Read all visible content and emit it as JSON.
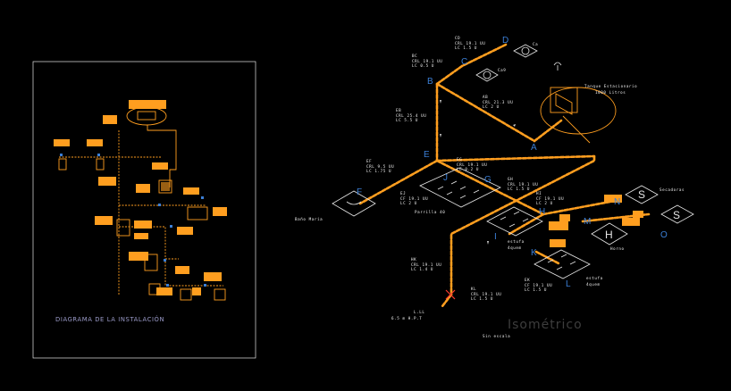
{
  "left_panel": {
    "title": "DIAGRAMA DE LA INSTALACIÓN"
  },
  "isometric": {
    "title": "Isométrico",
    "subtitle": "Sin escala",
    "nodes": [
      "A",
      "B",
      "C",
      "D",
      "E",
      "F",
      "G",
      "H",
      "I",
      "J",
      "K",
      "L",
      "M",
      "N",
      "O"
    ],
    "tank_label_line1": "Tanque Estacionario",
    "tank_label_line2": "1000 Litros",
    "equipment": {
      "bano_maria": "Baño María",
      "parrilla": "Parrilla 40",
      "estufa_i_line1": "estufa",
      "estufa_i_line2": "4quem",
      "estufa_l_line1": "estufa",
      "estufa_l_line2": "4quem",
      "secadoras": "Secadoras",
      "horno": "Horno",
      "ca": "Ca",
      "cas": "Ca9"
    },
    "valve_note_line1": "L.LL",
    "valve_note_line2": "6.5 m H.P.T",
    "pipe_notes": [
      {
        "line1": "CRL 19.1 UU",
        "line2": "LC 1.5 U"
      },
      {
        "line1": "CRL 19.1 UU",
        "line2": "LC 0.5 U"
      },
      {
        "line1": "CRL 21.3 UU",
        "line2": "LC 2 U"
      },
      {
        "line1": "CRL 25.4 UU",
        "line2": "LC 5.5 U"
      },
      {
        "line1": "CRL 9.5 UU",
        "line2": "LC 1.75 U"
      },
      {
        "line1": "CRL 19.1 UU",
        "line2": "LC 0.2 U"
      },
      {
        "line1": "CRL 19.1 UU",
        "line2": "LC 1.5 U"
      },
      {
        "line1": "CF 19.1 UU",
        "line2": "LC 2 U"
      },
      {
        "line1": "CF 19.1 UU",
        "line2": "LC 2 U"
      },
      {
        "line1": "CRL 19.1 UU",
        "line2": "LC 1.4 U"
      },
      {
        "line1": "CRL 19.1 UU",
        "line2": "LC 1.5 U"
      },
      {
        "line1": "CF 19.1 UU",
        "line2": "LC 1.5 U"
      }
    ],
    "segment_tags": [
      "CD",
      "BC",
      "AB",
      "EB",
      "EF",
      "EG",
      "GH",
      "HI",
      "EJ",
      "HK",
      "KL",
      "EK"
    ],
    "badge_s1": "S",
    "badge_s2": "S",
    "badge_h": "H"
  },
  "colors": {
    "pipe": "#ff9e1f",
    "node_letter": "#3b7fd6",
    "text": "#f2f2f2",
    "background": "#000000",
    "title": "#3d3d3d"
  }
}
